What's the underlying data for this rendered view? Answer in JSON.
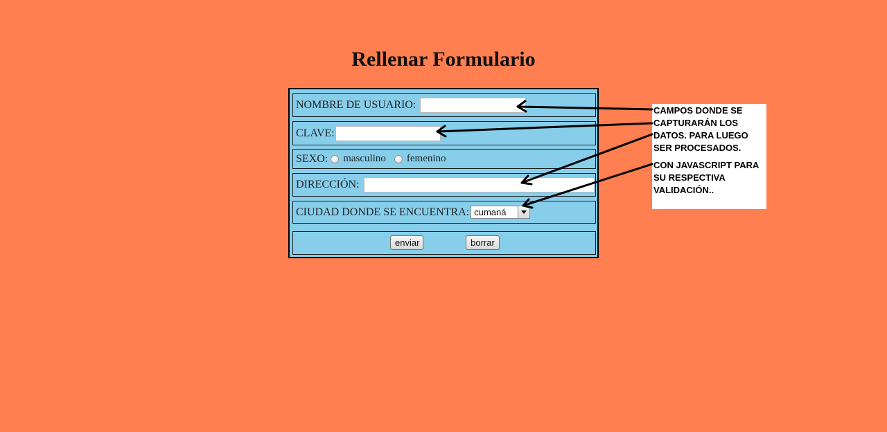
{
  "page": {
    "title": "Rellenar Formulario",
    "background_color": "#ff7f50",
    "form_background_color": "#87ceeb"
  },
  "form": {
    "username": {
      "label": "NOMBRE DE USUARIO:",
      "value": ""
    },
    "password": {
      "label": "CLAVE:",
      "value": ""
    },
    "sex": {
      "label": "SEXO:",
      "options": [
        {
          "label": "masculino",
          "checked": false
        },
        {
          "label": "femenino",
          "checked": false
        }
      ]
    },
    "address": {
      "label": "DIRECCIÓN:",
      "value": ""
    },
    "city": {
      "label": "CIUDAD DONDE SE ENCUENTRA:",
      "selected": "cumaná"
    },
    "buttons": {
      "submit_label": "enviar",
      "reset_label": "borrar"
    }
  },
  "annotation": {
    "paragraph_1": "CAMPOS DONDE SE CAPTURARÁN LOS DATOS. PARA LUEGO SER PROCESADOS.",
    "paragraph_2": "CON JAVASCRIPT PARA SU RESPECTIVA VALIDACIÓN..",
    "arrow_icon": "hand-drawn-arrow-icon"
  }
}
